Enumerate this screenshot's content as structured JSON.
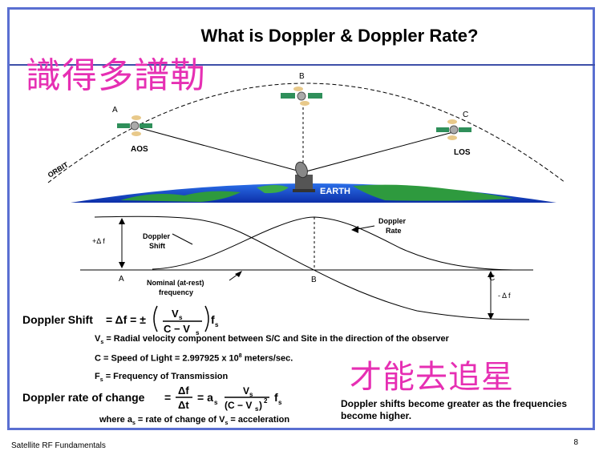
{
  "title": "What is Doppler & Doppler Rate?",
  "overlay": {
    "top_text": "識得多譜勒",
    "bottom_text": "才能去追星"
  },
  "orbit_diagram": {
    "orbit_label": "ORBIT",
    "earth_label": "EARTH",
    "point_a": "A",
    "point_b": "B",
    "point_c": "C",
    "aos_label": "AOS",
    "los_label": "LOS"
  },
  "graph": {
    "plus_delta_f": "+Δ f",
    "minus_delta_f": "- Δ f",
    "doppler_shift_label_1": "Doppler",
    "doppler_shift_label_2": "Shift",
    "doppler_rate_label_1": "Doppler",
    "doppler_rate_label_2": "Rate",
    "nominal_label_1": "Nominal (at-rest)",
    "nominal_label_2": "frequency",
    "axis_a": "A",
    "axis_b": "B",
    "axis_c": "C"
  },
  "equations": {
    "doppler_shift_name": "Doppler  Shift",
    "vs_definition": "= Radial velocity component between S/C and Site in the direction of the observer",
    "c_definition": "C = Speed of Light = 2.997925 x 10",
    "c_exponent": "8",
    "c_units": " meters/sec.",
    "fs_definition": "= Frequency of Transmission",
    "rate_name": "Doppler rate of change",
    "where_text_1": "where a",
    "where_text_2": " = rate of change of  V",
    "where_text_3": " = acceleration"
  },
  "note": "Doppler shifts become greater as the frequencies become higher.",
  "footer": {
    "left": "Satellite RF Fundamentals",
    "page_number": "8"
  },
  "colors": {
    "frame": "#5a6fd1",
    "overlay": "#e62fb3",
    "earth_blue": "#1f4fd6",
    "earth_green": "#2e9a3e"
  }
}
